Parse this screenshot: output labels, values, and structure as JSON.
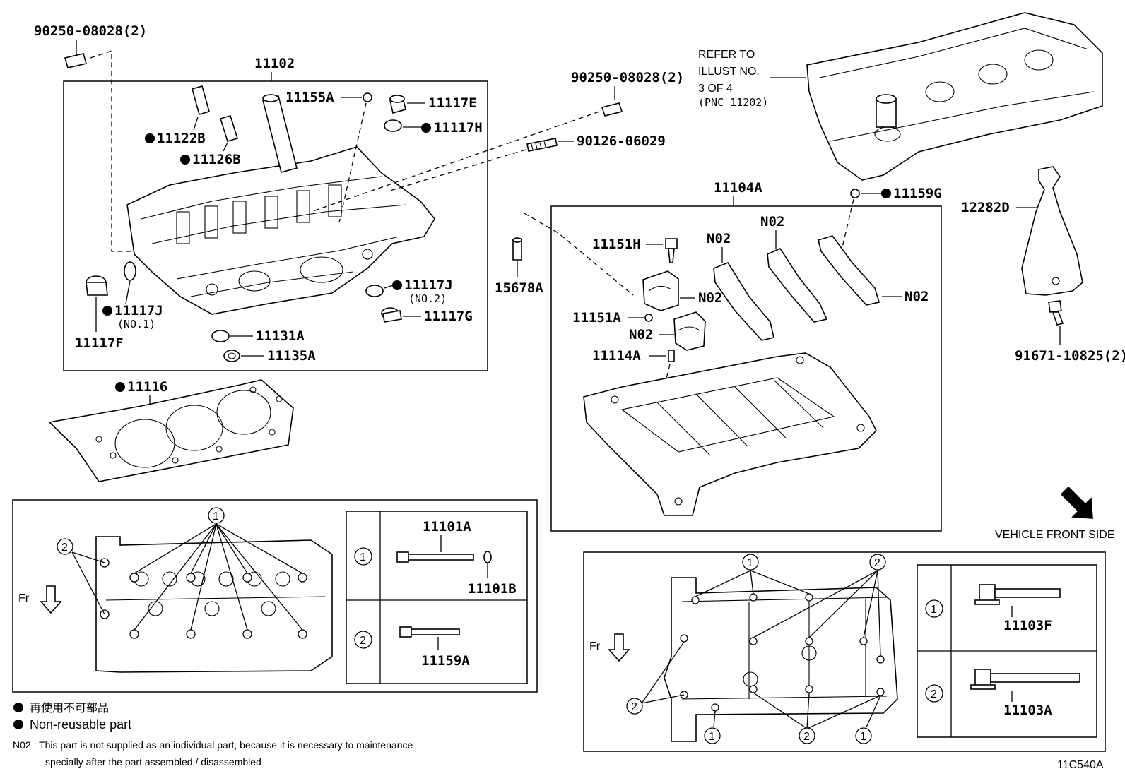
{
  "labels": {
    "pin_top_left": "90250-08028(2)",
    "head_assy": "11102",
    "plug_11155a": "11155A",
    "plug_11117e": "11117E",
    "seal_11117h": "11117H",
    "guide_11122b": "11122B",
    "guide_11126b": "11126B",
    "pin_right": "90250-08028(2)",
    "stud_90126": "90126-06029",
    "refer_line1": "REFER TO",
    "refer_line2": "ILLUST NO.",
    "refer_line3": "3 OF 4",
    "refer_line4": "(PNC 11202)",
    "plug_11117f": "11117F",
    "seal_11117j_1": "11117J",
    "seal_11117j_1_note": "(NO.1)",
    "seal_11117j_2": "11117J",
    "seal_11117j_2_note": "(NO.2)",
    "plug_11117g": "11117G",
    "plug_11131a": "11131A",
    "seal_11135a": "11135A",
    "gasket_11116": "11116",
    "housing_11104a": "11104A",
    "nut_11159g": "11159G",
    "bracket_12282d": "12282D",
    "bolt_11151h": "11151H",
    "washer_11151a": "11151A",
    "pin_11114a": "11114A",
    "pin_15678a": "15678A",
    "n02": "N02",
    "bolt_91671": "91671-10825(2)",
    "bolt_11101a": "11101A",
    "washer_11101b": "11101B",
    "bolt_11159a": "11159A",
    "bolt_11103f": "11103F",
    "bolt_11103a": "11103A",
    "circle_1": "1",
    "circle_2": "2",
    "fr": "Fr",
    "vehicle_front_side": "VEHICLE FRONT SIDE"
  },
  "legend": {
    "jp": "再使用不可部品",
    "en": "Non-reusable part",
    "n02_note_line1": "N02 : This part is not supplied as an individual part, because it is necessary to maintenance",
    "n02_note_line2": "specially after the part assembled / disassembled"
  },
  "figure_id": "11C540A"
}
